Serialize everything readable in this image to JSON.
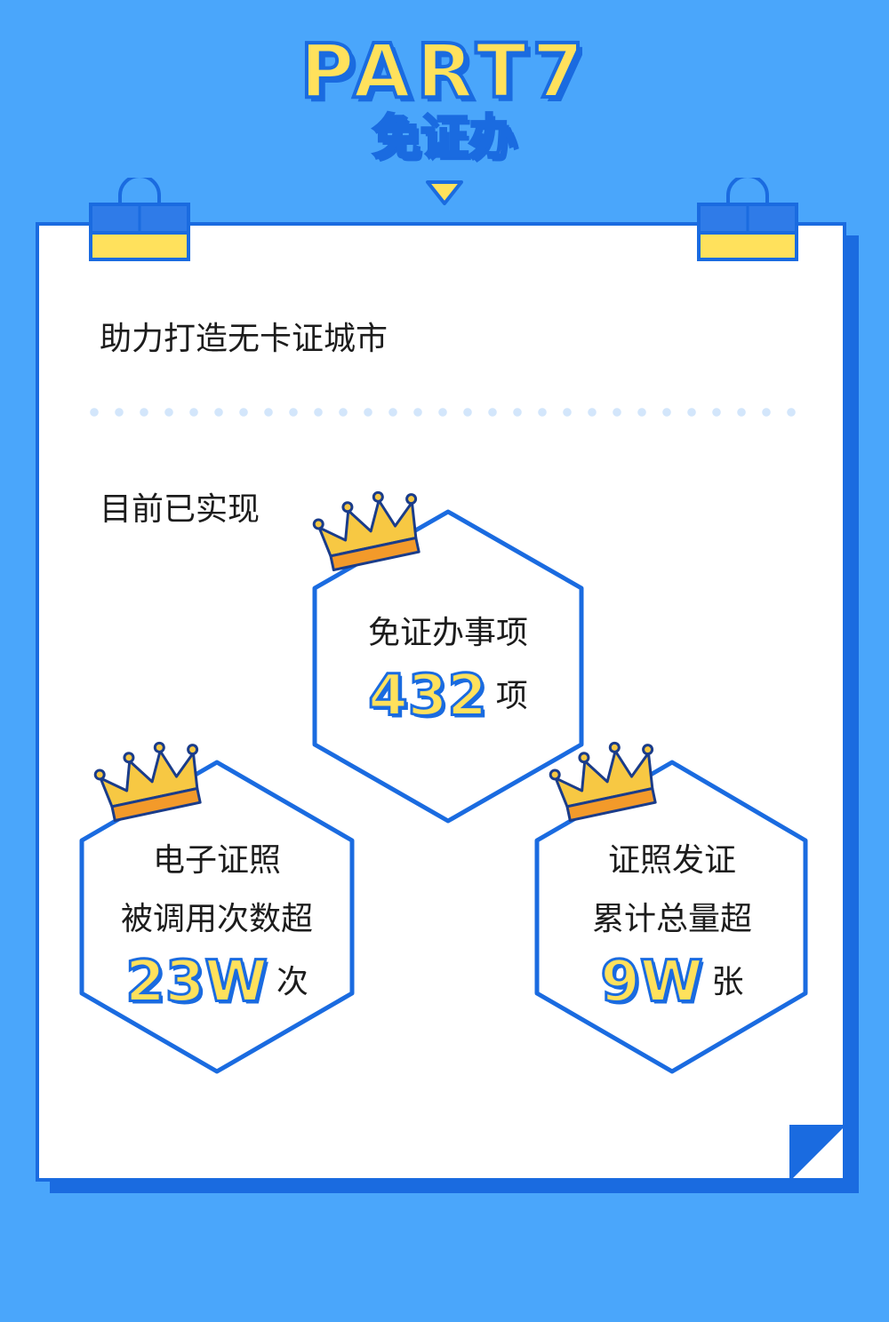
{
  "header": {
    "part": "PART7",
    "subtitle": "免证办"
  },
  "intro": {
    "title": "助力打造无卡证城市"
  },
  "achievements": {
    "title": "目前已实现",
    "items": [
      {
        "label_lines": [
          "免证办事项"
        ],
        "value": "432",
        "unit": "项"
      },
      {
        "label_lines": [
          "电子证照",
          "被调用次数超"
        ],
        "value": "23W",
        "unit": "次"
      },
      {
        "label_lines": [
          "证照发证",
          "累计总量超"
        ],
        "value": "9W",
        "unit": "张"
      }
    ]
  },
  "colors": {
    "background": "#4aa6fb",
    "primary_blue": "#1a6be0",
    "accent_yellow": "#ffe15c",
    "crown_gold": "#f7c843",
    "crown_orange": "#f39a2a"
  },
  "icons": [
    "down-triangle-icon",
    "binder-clip-icon",
    "crown-icon"
  ]
}
